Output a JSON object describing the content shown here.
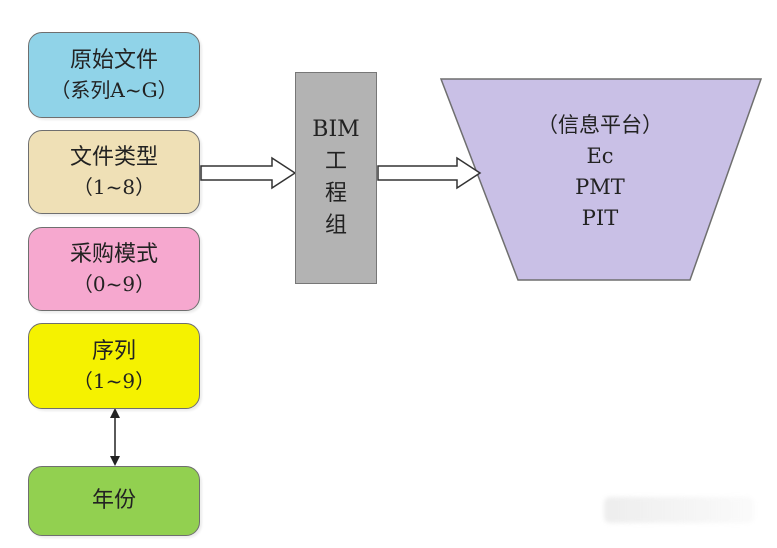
{
  "left_boxes": [
    {
      "line1": "原始文件",
      "line2": "（系列A~G）",
      "color": "#90d3e8"
    },
    {
      "line1": "文件类型",
      "line2": "（1~8）",
      "color": "#efe0b6"
    },
    {
      "line1": "采购模式",
      "line2": "（0~9）",
      "color": "#f6a8cf"
    },
    {
      "line1": "序列",
      "line2": "（1~9）",
      "color": "#f5f200"
    },
    {
      "line1": "年份",
      "line2": "",
      "color": "#92d050"
    }
  ],
  "bim": {
    "lines": [
      "BIM",
      "工",
      "程",
      "组"
    ],
    "color": "#b3b3b3"
  },
  "platform": {
    "lines": [
      "（信息平台）",
      "Ec",
      "PMT",
      "PIT"
    ],
    "color": "#c9c0e6"
  }
}
